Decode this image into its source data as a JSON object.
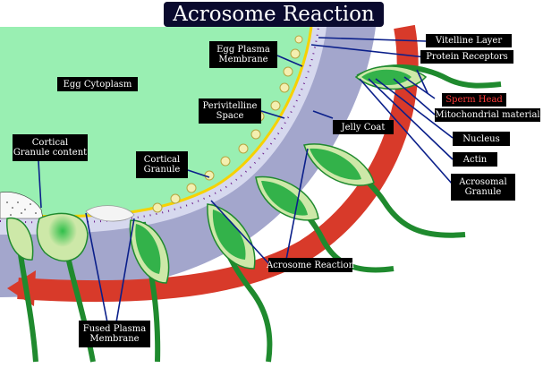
{
  "title": "Acrosome Reaction",
  "labels": {
    "vitelline_layer": "Vitelline Layer",
    "protein_receptors": "Protein Receptors",
    "egg_plasma_membrane_1": "Egg Plasma",
    "egg_plasma_membrane_2": "Membrane",
    "egg_cytoplasm": "Egg Cytoplasm",
    "sperm_head": "Sperm Head",
    "mitochondrial_material": "Mitochondrial material",
    "perivitelline_space_1": "Perivitelline",
    "perivitelline_space_2": "Space",
    "jelly_coat": "Jelly Coat",
    "nucleus": "Nucleus",
    "cortical_granule_content_1": "Cortical",
    "cortical_granule_content_2": "Granule content",
    "cortical_granule_1": "Cortical",
    "cortical_granule_2": "Granule",
    "actin": "Actin",
    "acrosomal_granule_1": "Acrosomal",
    "acrosomal_granule_2": "Granule",
    "acrosome_reaction": "Acrosome Reaction",
    "fused_plasma_membrane_1": "Fused Plasma",
    "fused_plasma_membrane_2": "Membrane"
  },
  "colors": {
    "cytoplasm": "#99efb2",
    "jelly_coat": "#a3a6cc",
    "vitelline": "#f6d200",
    "arrow": "#d83a2a",
    "title_bg": "#0a0a2e",
    "sperm_tail": "#1f8a2e",
    "sperm_head": "#33b24a",
    "pointer_line": "#0a1f8a"
  }
}
